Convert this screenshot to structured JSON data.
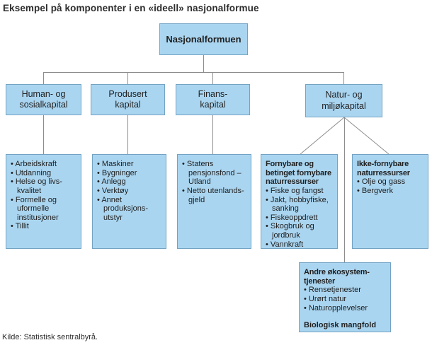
{
  "title": "Eksempel på komponenter i en «ideell» nasjonalformue",
  "source": "Kilde: Statistisk sentralbyrå.",
  "colors": {
    "box_fill": "#aad5f0",
    "box_border": "#73a3c3",
    "connector_line": "#8c8c8c",
    "text": "#1f1f1f"
  },
  "nodes": {
    "root": {
      "label": "Nasjonalformuen"
    },
    "human": {
      "label": "Human- og\nsosialkapital",
      "items": [
        "Arbeidskraft",
        "Utdanning",
        "Helse og livs-\nkvalitet",
        "Formelle og\nuformelle\ninstitusjoner",
        "Tillit"
      ]
    },
    "produsert": {
      "label": "Produsert\nkapital",
      "items": [
        "Maskiner",
        "Bygninger",
        "Anlegg",
        "Verktøy",
        "Annet\nproduksjons-\nutstyr"
      ]
    },
    "finans": {
      "label": "Finans-\nkapital",
      "items": [
        "Statens\npensjonsfond –\nUtland",
        "Netto utenlands-\ngjeld"
      ]
    },
    "natur": {
      "label": "Natur- og\nmiljøkapital"
    },
    "fornybare": {
      "header": "Fornybare og\nbetinget fornybare\nnaturressurser",
      "items": [
        "Fiske og fangst",
        "Jakt, hobbyfiske,\nsanking",
        "Fiskeoppdrett",
        "Skogbruk og\njordbruk",
        "Vannkraft"
      ]
    },
    "ikke_fornybare": {
      "header": "Ikke-fornybare\nnaturressurser",
      "items": [
        "Olje og gass",
        "Bergverk"
      ]
    },
    "okosystem": {
      "header": "Andre økosystem-\ntjenester",
      "items": [
        "Rensetjenester",
        "Urørt natur",
        "Naturopplevelser"
      ],
      "footer": "Biologisk mangfold"
    }
  }
}
